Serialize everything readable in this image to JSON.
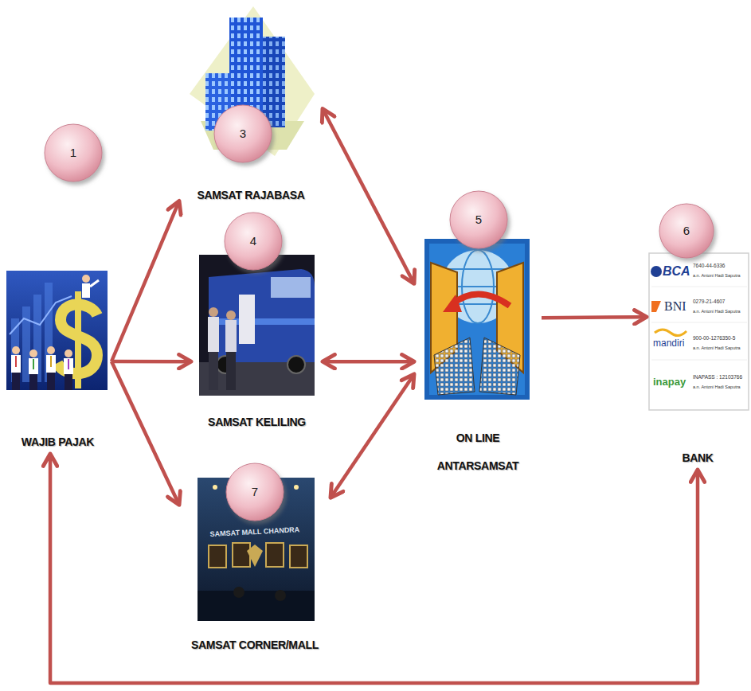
{
  "diagram": {
    "nodes": [
      {
        "text": [
          "WAJIB PAJAK"
        ]
      },
      {
        "text": [
          "SAMSAT RAJABASA"
        ]
      },
      {
        "text": [
          "SAMSAT KELILING"
        ]
      },
      {
        "text": [
          "SAMSAT CORNER/MALL"
        ]
      },
      {
        "text": [
          "ON LINE ANTARSAMSAT"
        ]
      },
      {
        "text": [
          "BANK"
        ]
      }
    ],
    "edges": [
      {
        "from": 0,
        "to": 1,
        "arrow": "to"
      },
      {
        "from": 0,
        "to": 2,
        "arrow": "to"
      },
      {
        "from": 0,
        "to": 3,
        "arrow": "to"
      },
      {
        "from": 1,
        "to": 4,
        "arrow": "both"
      },
      {
        "from": 2,
        "to": 4,
        "arrow": "both"
      },
      {
        "from": 3,
        "to": 4,
        "arrow": "both"
      },
      {
        "from": 4,
        "to": 5,
        "arrow": "to"
      },
      {
        "from": 5,
        "to": 0,
        "arrow": "both"
      }
    ],
    "labels": [
      "1",
      "3",
      "4",
      "5",
      "6",
      "7",
      "BCA",
      "7640-44-6336",
      "a.n. Antoni Hadi Saputra",
      "BNI",
      "0279-21-4607",
      "a.n. Antoni Hadi Saputra",
      "mandiri",
      "900-00-1276350-5",
      "a.n. Antoni Hadi Saputra",
      "inapay",
      "INAPASS : 12103766",
      "a.n. Antoni Hadi Saputra",
      "SAMSAT MALL CHANDRA"
    ]
  }
}
